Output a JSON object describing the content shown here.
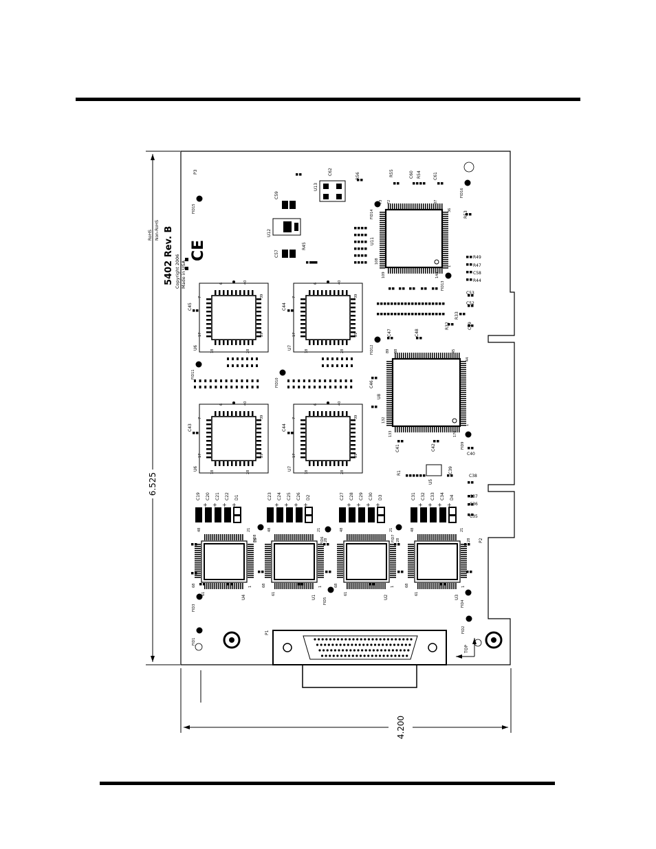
{
  "dimensions": {
    "height": "6.525",
    "width": "4.200"
  },
  "board": {
    "part_number": "5402 Rev. B",
    "copyright": "Copyright 2006",
    "origin": "Made in USA",
    "rohs": "RoHS",
    "non_rohs": "Non-RoHS",
    "ce_mark": "CE",
    "top_label": "TOP"
  },
  "plcc_chips": [
    {
      "ref": "U6",
      "pin1": "6",
      "pin40": "40",
      "pin7": "7",
      "pin39": "39",
      "pin17": "17",
      "pin29": "29",
      "pin18": "18",
      "pin28": "28",
      "cap": "C45"
    },
    {
      "ref": "U7",
      "pin1": "6",
      "pin40": "40",
      "pin7": "7",
      "pin39": "39",
      "pin17": "17",
      "pin29": "29",
      "pin18": "18",
      "pin28": "28",
      "cap": "C44"
    },
    {
      "ref": "U6",
      "pin1": "6",
      "pin40": "40",
      "pin7": "7",
      "pin39": "39",
      "pin17": "17",
      "pin29": "29",
      "pin18": "18",
      "pin28": "28",
      "cap": "C43"
    },
    {
      "ref": "U7",
      "pin1": "6",
      "pin40": "40",
      "pin7": "7",
      "pin39": "39",
      "pin17": "17",
      "pin29": "29",
      "pin18": "18",
      "pin28": "28",
      "cap": "C44"
    }
  ],
  "qfp_chips": [
    {
      "ref": "U4",
      "p48": "48",
      "p21": "21",
      "p28": "28",
      "p61": "61",
      "p68": "68",
      "p1": "1"
    },
    {
      "ref": "U1",
      "p48": "48",
      "p21": "21",
      "p28": "28",
      "p61": "61",
      "p68": "68",
      "p1": "1"
    },
    {
      "ref": "U2",
      "p48": "48",
      "p21": "21",
      "p28": "28",
      "p61": "61",
      "p68": "68",
      "p1": "1"
    },
    {
      "ref": "U3",
      "p48": "48",
      "p21": "21",
      "p28": "28",
      "p61": "61",
      "p68": "68",
      "p1": "1"
    }
  ],
  "cap_groups": [
    [
      "C19",
      "C20",
      "C21",
      "C22",
      "D1"
    ],
    [
      "C23",
      "C24",
      "C25",
      "C26",
      "D2"
    ],
    [
      "C27",
      "C28",
      "C29",
      "C30",
      "D3"
    ],
    [
      "C31",
      "C32",
      "C33",
      "C34",
      "D4"
    ]
  ],
  "big_chip_upper": {
    "ref": "U11",
    "pins": [
      "73",
      "72",
      "37",
      "36",
      "108",
      "109",
      "144",
      "1"
    ]
  },
  "big_chip_lower": {
    "ref": "U8",
    "pins": [
      "89",
      "88",
      "45",
      "44",
      "132",
      "133",
      "176",
      "1"
    ]
  },
  "fiducials": [
    "FID15",
    "FID14",
    "FID16",
    "FID13",
    "FID12",
    "FID11",
    "FID10",
    "FID9",
    "FID8",
    "FID6",
    "FID7",
    "FID5",
    "FID4",
    "FID3",
    "FID2",
    "FID1"
  ],
  "misc_labels": {
    "p3": "P3",
    "p2": "P2",
    "p1": "P1",
    "u13": "U13",
    "u12": "U12",
    "c62": "C62",
    "c59": "C59",
    "c57": "C57",
    "r56": "R56",
    "r55": "R55",
    "c60": "C60",
    "r54": "R54",
    "c61": "C61",
    "r53": "R53",
    "r49": "R49",
    "r47": "R47",
    "c58": "C58",
    "r44": "R44",
    "r45": "R45",
    "c53": "C53",
    "c52": "C52",
    "r32": "R32",
    "r33": "R33",
    "c49": "C49",
    "c47": "C47",
    "c48": "C48",
    "c46": "C46",
    "c41": "C41",
    "c42": "C42",
    "c40": "C40",
    "c39": "C39",
    "c38": "C38",
    "c37": "C37",
    "c36": "C36",
    "c35": "C35",
    "u5": "U5",
    "r1": "R1"
  }
}
